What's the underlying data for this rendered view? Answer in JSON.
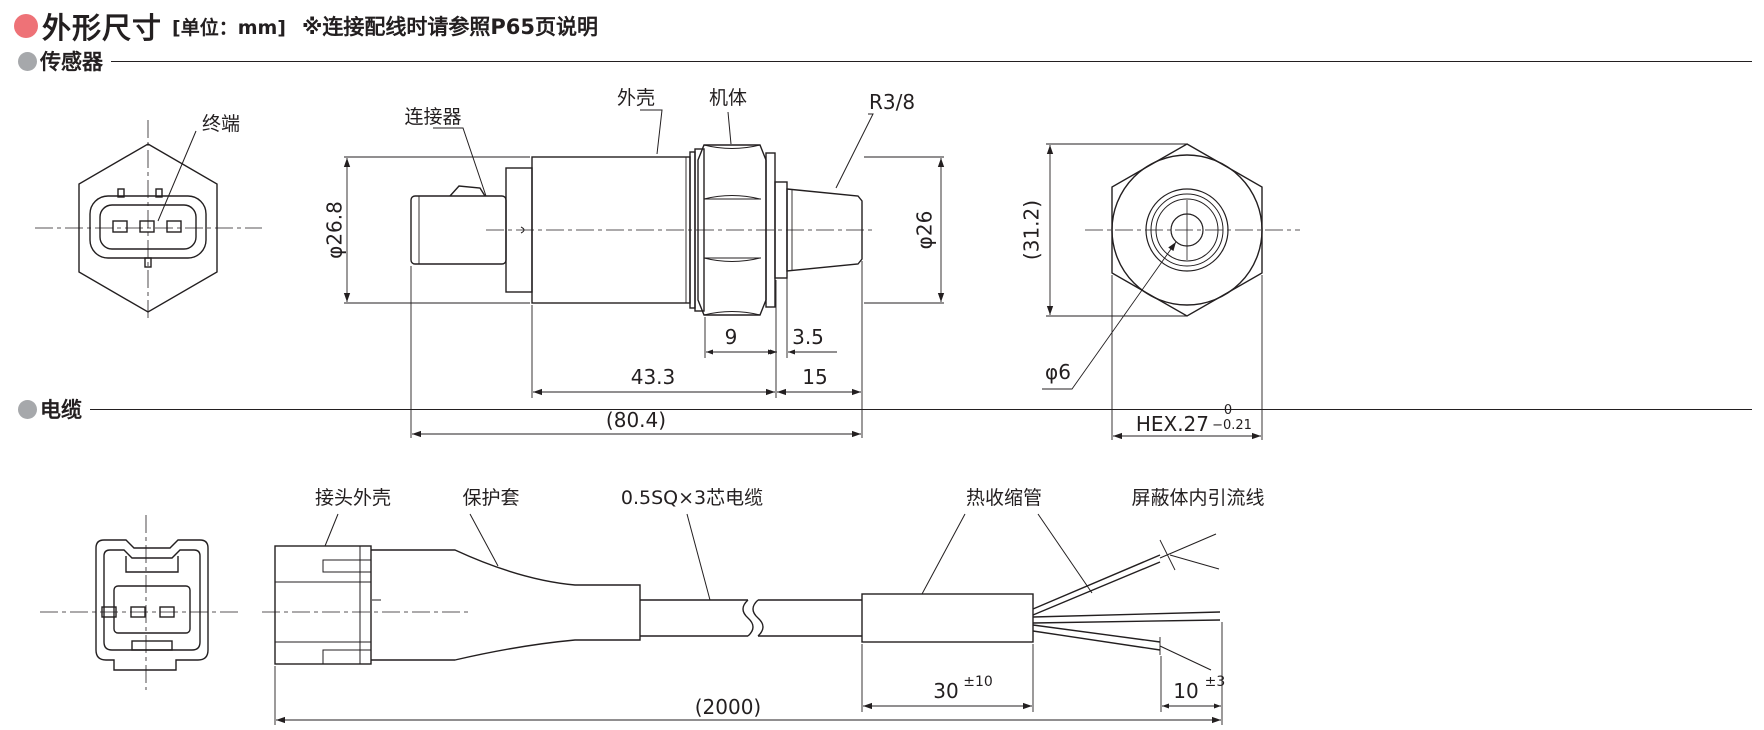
{
  "header": {
    "title": "外形尺寸",
    "unit": "[单位：mm]",
    "note": "※连接配线时请参照P65页说明",
    "dot_color": "#ee7277"
  },
  "sections": {
    "sensor": {
      "label": "传感器",
      "dot_color": "#a6a8ab"
    },
    "cable": {
      "label": "电缆",
      "dot_color": "#a6a8ab"
    }
  },
  "sensor_labels": {
    "terminal": "终端",
    "connector": "连接器",
    "shell": "外壳",
    "body": "机体",
    "thread": "R3/8"
  },
  "sensor_dims": {
    "dia_26_8": "φ26.8",
    "dia_26": "φ26",
    "dim_9": "9",
    "dim_3_5": "3.5",
    "dim_43_3": "43.3",
    "dim_15": "15",
    "dim_80_4": "(80.4)",
    "dim_31_2": "(31.2)",
    "dia_6": "φ6",
    "hex_main": "HEX.27",
    "hex_tol_upper": "0",
    "hex_tol_lower": "−0.21"
  },
  "cable_labels": {
    "plug_shell": "接头外壳",
    "boot": "保护套",
    "cable_spec": "0.5SQ×3芯电缆",
    "heat_shrink": "热收缩管",
    "drain_wire": "屏蔽体内引流线"
  },
  "cable_dims": {
    "dim_30": "30",
    "dim_30_tol": "±10",
    "dim_10": "10",
    "dim_10_tol": "±3",
    "dim_2000": "(2000)"
  }
}
